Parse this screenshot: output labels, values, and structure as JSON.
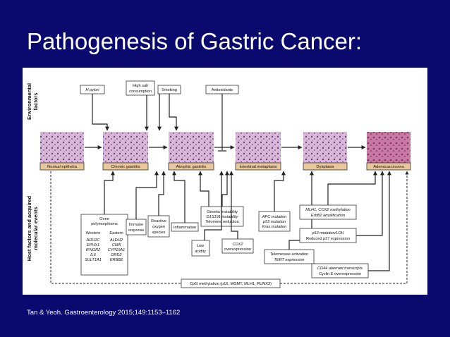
{
  "slide": {
    "title": "Pathogenesis of Gastric Cancer:",
    "citation": "Tan & Yeoh. Gastroenterology 2015;149:1153–1162"
  },
  "diagram": {
    "side_labels": {
      "environmental_1": "Environmental",
      "environmental_2": "factors",
      "host_1": "Host factors and acquired",
      "host_2": "molecular events"
    },
    "env": {
      "h_pylori": "H pylori",
      "salt_1": "High salt",
      "salt_2": "consumption",
      "smoking": "Smoking",
      "antioxidants": "Antioxidants"
    },
    "stages": {
      "normal": "Normal epithelia",
      "chronic": "Chronic gastritis",
      "atrophic": "Atrophic gastritis",
      "metaplasia": "Intestinal metaplasia",
      "dysplasia": "Dysplasia",
      "adeno": "Adenocarcinoma"
    },
    "gene_poly": {
      "title_1": "Gene",
      "title_2": "polymorphisms",
      "western_head": "Western",
      "eastern_head": "Eastern",
      "western": [
        "ADH1C",
        "EPHX1",
        "IFNGR2",
        "IL6",
        "SULT1A1"
      ],
      "eastern": [
        "ALDH2",
        "CMA",
        "CYP19A1",
        "DRD2",
        "ERBB2"
      ]
    },
    "immune": {
      "line1": "Immune",
      "line2": "response"
    },
    "ros": {
      "line1": "Reactive",
      "line2": "oxygen",
      "line3": "species"
    },
    "inflammation": "Inflammation",
    "genetic": {
      "line1": "Genetic instability",
      "line2": "D1S191 instability",
      "line3": "Telomere reduction"
    },
    "low_acidity": {
      "line1": "Low",
      "line2": "acidity"
    },
    "cdx2": {
      "line1": "CDX2",
      "line2": "overexpression"
    },
    "apc": {
      "line1": "APC mutation",
      "line2": "p53 mutation",
      "line3": "Kras mutation"
    },
    "telomerase": {
      "line1": "Telomerase activation",
      "line2": "TERT expression"
    },
    "mlh1": {
      "line1": "MLH1, COX2 methylation",
      "line2": "ErbB2 amplification"
    },
    "p53": {
      "line1": "p53 mutation/LOH",
      "line2": "Reduced p27 expression"
    },
    "cd44": {
      "line1": "CD44 aberrant transcripts",
      "line2": "Cyclin E overexpression"
    },
    "cpg": "CpG methylation (p16, MGMT, MLH1, RUNX3)"
  }
}
